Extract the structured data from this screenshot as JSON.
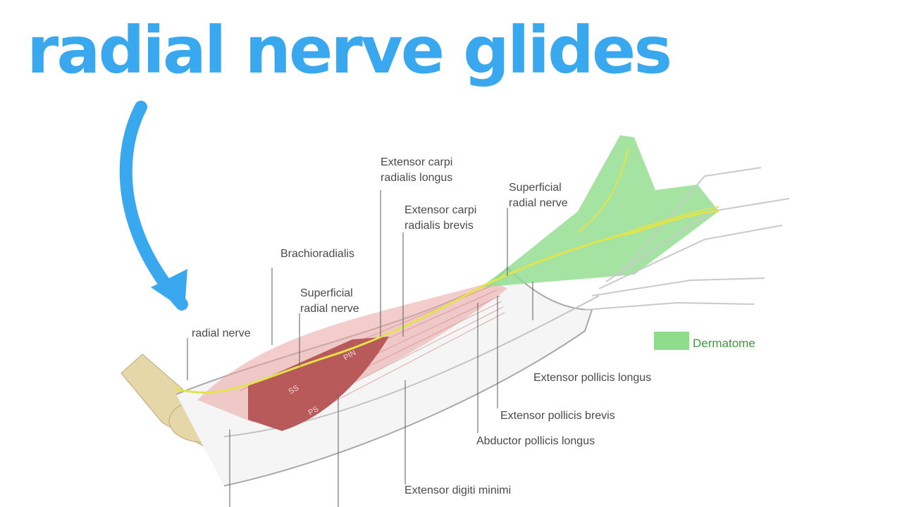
{
  "title": "radial nerve glides",
  "colors": {
    "title": "#3aa8ee",
    "arrow": "#3aa8ee",
    "dermatome": "#8fdc8c",
    "nerve": "#e3e34a",
    "muscle": "#e9a3a3",
    "supinator": "#b85a5a",
    "bone": "#e6d7a8",
    "label": "#4a4a4a",
    "legend_text": "#3c9a3c"
  },
  "labels": {
    "ecrl": [
      "Extensor carpi",
      "radialis longus"
    ],
    "ecrb": [
      "Extensor carpi",
      "radialis brevis"
    ],
    "superficial_upper": [
      "Superficial",
      "radial nerve"
    ],
    "brachioradialis": "Brachioradialis",
    "superficial_lower": [
      "Superficial",
      "radial nerve"
    ],
    "radial_nerve": "radial nerve",
    "epl": "Extensor pollicis longus",
    "epb": "Extensor pollicis brevis",
    "apl": "Abductor pollicis longus",
    "edm": "Extensor digiti minimi"
  },
  "muscle_marks": [
    "PIN",
    "SS",
    "PS"
  ],
  "legend": {
    "label": "Dermatome"
  }
}
